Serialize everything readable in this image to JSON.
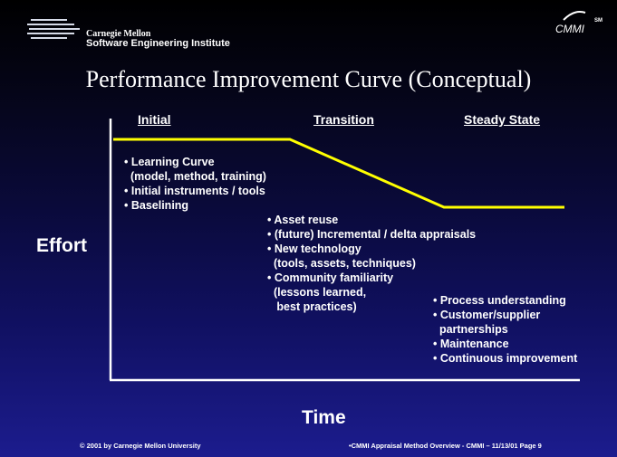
{
  "header": {
    "org_line1": "Carnegie Mellon",
    "org_line2": "Software Engineering Institute",
    "model": "CMMI",
    "sm_mark": "SM"
  },
  "title": "Performance Improvement Curve (Conceptual)",
  "phases": [
    "Initial",
    "Transition",
    "Steady State"
  ],
  "axes": {
    "y": "Effort",
    "x": "Time"
  },
  "effort_curve_levels": {
    "initial": "high",
    "transition": "decreasing",
    "steady_state": "low"
  },
  "lists": {
    "initial": [
      "• Learning Curve",
      "  (model, method, training)",
      "• Initial instruments / tools",
      "• Baselining"
    ],
    "transition": [
      "• Asset reuse",
      "• (future) Incremental / delta appraisals",
      "• New technology",
      "  (tools, assets, techniques)",
      "• Community familiarity",
      "  (lessons learned,",
      "   best practices)"
    ],
    "steady_state": [
      "• Process understanding",
      "• Customer/supplier",
      "  partnerships",
      "• Maintenance",
      "• Continuous improvement"
    ]
  },
  "footer": {
    "copyright": "© 2001 by Carnegie Mellon University",
    "page_info": "•CMMI Appraisal Method Overview - CMMI – 11/13/01 Page 9"
  },
  "colors": {
    "curve": "#ffff00",
    "axis": "#ffffff"
  }
}
